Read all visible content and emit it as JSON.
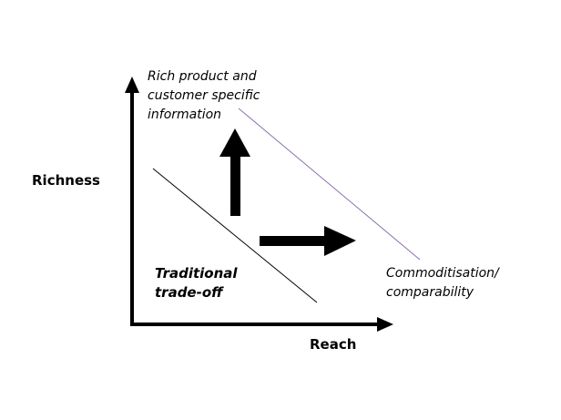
{
  "axes": {
    "y_label": "Richness",
    "x_label": "Reach"
  },
  "labels": {
    "top_left": [
      "Rich product and",
      "customer specific",
      "information"
    ],
    "bottom_right": [
      "Commoditisation/",
      "comparability"
    ],
    "traditional": [
      "Traditional",
      "trade-off"
    ]
  },
  "colors": {
    "frontier_line": "#8a6fb0",
    "ink": "#000000"
  }
}
